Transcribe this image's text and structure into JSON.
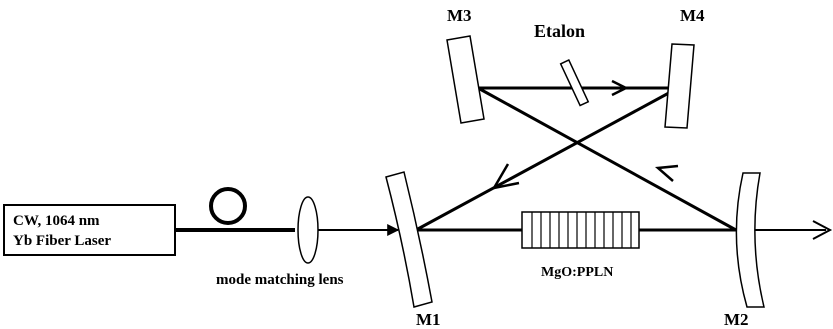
{
  "laser": {
    "line1": "CW, 1064 nm",
    "line2": "Yb Fiber Laser"
  },
  "labels": {
    "lens": "mode matching lens",
    "crystal": "MgO:PPLN",
    "etalon": "Etalon",
    "m1": "M1",
    "m2": "M2",
    "m3": "M3",
    "m4": "M4"
  },
  "colors": {
    "ink": "#000000",
    "background": "#ffffff"
  }
}
